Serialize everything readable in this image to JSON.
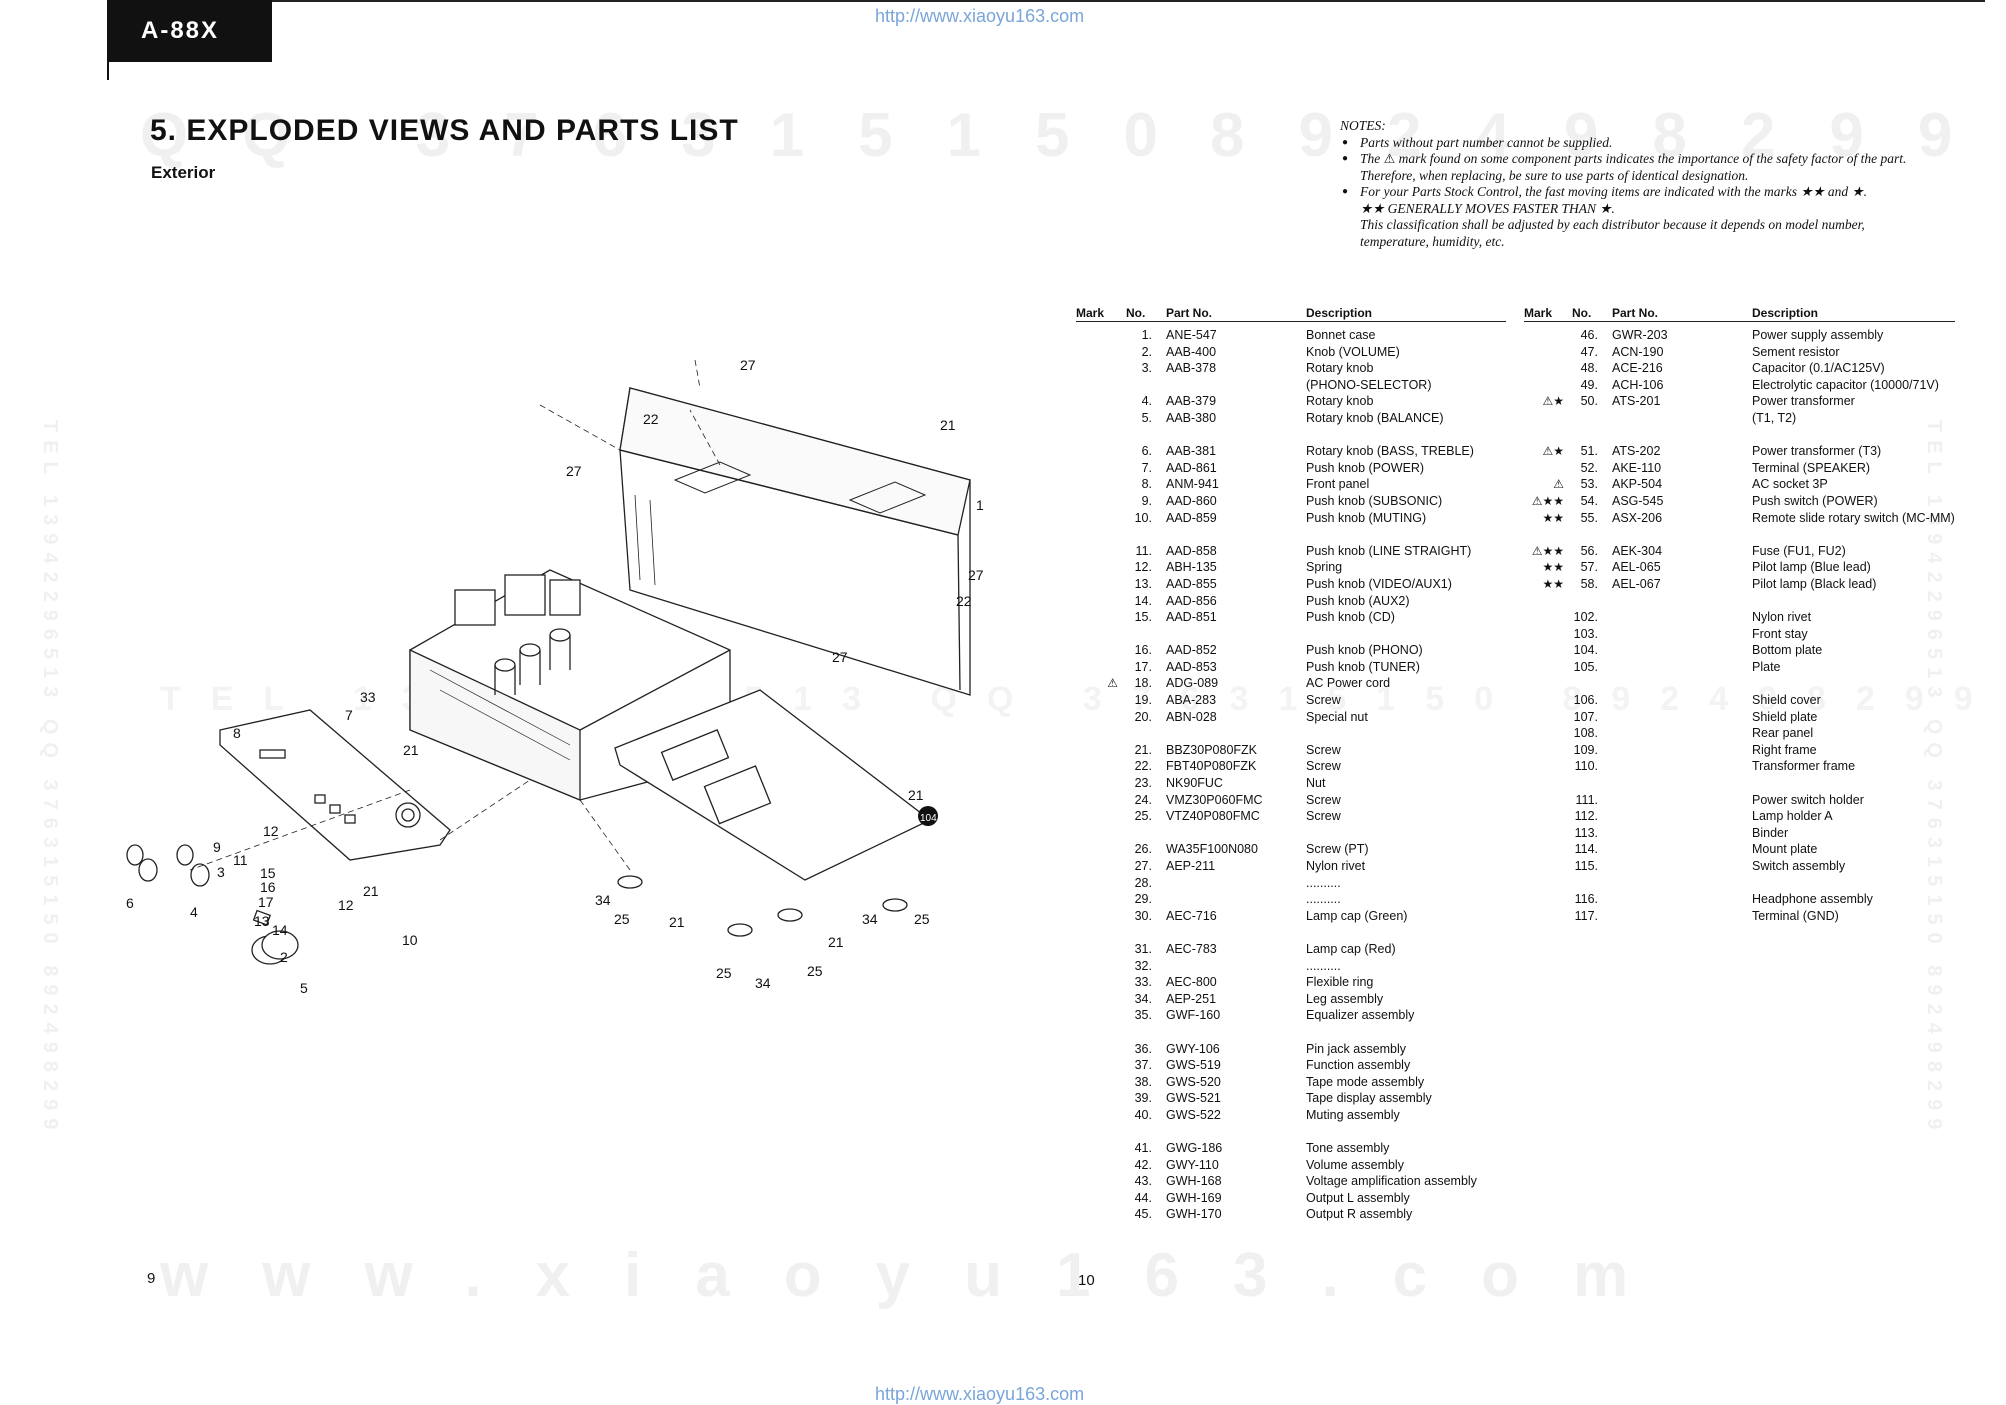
{
  "header": {
    "model": "A-88X"
  },
  "source_url": "http://www.xiaoyu163.com",
  "section": {
    "title": "5. EXPLODED VIEWS AND PARTS LIST",
    "subtitle": "Exterior"
  },
  "watermarks": {
    "qq_left": "QQ 376315150",
    "qq_right": "892498299",
    "tel_row": "TEL 13942296513 QQ 376315150 892498299",
    "site": "www.xiaoyu163.com",
    "vertical_left": "TEL 13942296513 QQ 376315150 892498299",
    "vertical_right": "TEL 13942296513 QQ 376315150 892498299"
  },
  "notes": {
    "heading": "NOTES:",
    "items": [
      "Parts without part number cannot be supplied.",
      "mark found on some component parts indicates the importance of the safety factor of the part. Therefore, when replacing, be sure to use parts of identical designation.",
      "For your Parts Stock Control, the fast moving items are indicated with the marks ★★ and ★."
    ],
    "item2_prefix": "The",
    "stars_line": "★★ GENERALLY MOVES FASTER THAN ★.",
    "classification": "This classification shall be adjusted by each distributor because it depends on model number, temperature, humidity, etc."
  },
  "table_headers": {
    "mark": "Mark",
    "no": "No.",
    "part_no": "Part No.",
    "description": "Description"
  },
  "parts_left": [
    {
      "mark": "",
      "no": "1.",
      "part": "ANE-547",
      "desc": "Bonnet case"
    },
    {
      "mark": "",
      "no": "2.",
      "part": "AAB-400",
      "desc": "Knob (VOLUME)"
    },
    {
      "mark": "",
      "no": "3.",
      "part": "AAB-378",
      "desc": "Rotary knob"
    },
    {
      "mark": "",
      "no": "",
      "part": "",
      "desc": "(PHONO-SELECTOR)"
    },
    {
      "mark": "",
      "no": "4.",
      "part": "AAB-379",
      "desc": "Rotary knob"
    },
    {
      "mark": "",
      "no": "5.",
      "part": "AAB-380",
      "desc": "Rotary knob (BALANCE)"
    },
    {
      "gap": true
    },
    {
      "mark": "",
      "no": "6.",
      "part": "AAB-381",
      "desc": "Rotary knob (BASS, TREBLE)"
    },
    {
      "mark": "",
      "no": "7.",
      "part": "AAD-861",
      "desc": "Push knob (POWER)"
    },
    {
      "mark": "",
      "no": "8.",
      "part": "ANM-941",
      "desc": "Front panel"
    },
    {
      "mark": "",
      "no": "9.",
      "part": "AAD-860",
      "desc": "Push knob (SUBSONIC)"
    },
    {
      "mark": "",
      "no": "10.",
      "part": "AAD-859",
      "desc": "Push knob (MUTING)"
    },
    {
      "gap": true
    },
    {
      "mark": "",
      "no": "11.",
      "part": "AAD-858",
      "desc": "Push knob (LINE STRAIGHT)"
    },
    {
      "mark": "",
      "no": "12.",
      "part": "ABH-135",
      "desc": "Spring"
    },
    {
      "mark": "",
      "no": "13.",
      "part": "AAD-855",
      "desc": "Push knob (VIDEO/AUX1)"
    },
    {
      "mark": "",
      "no": "14.",
      "part": "AAD-856",
      "desc": "Push knob (AUX2)"
    },
    {
      "mark": "",
      "no": "15.",
      "part": "AAD-851",
      "desc": "Push knob (CD)"
    },
    {
      "gap": true
    },
    {
      "mark": "",
      "no": "16.",
      "part": "AAD-852",
      "desc": "Push knob (PHONO)"
    },
    {
      "mark": "",
      "no": "17.",
      "part": "AAD-853",
      "desc": "Push knob (TUNER)"
    },
    {
      "mark": "⚠",
      "no": "18.",
      "part": "ADG-089",
      "desc": "AC Power cord"
    },
    {
      "mark": "",
      "no": "19.",
      "part": "ABA-283",
      "desc": "Screw"
    },
    {
      "mark": "",
      "no": "20.",
      "part": "ABN-028",
      "desc": "Special nut"
    },
    {
      "gap": true
    },
    {
      "mark": "",
      "no": "21.",
      "part": "BBZ30P080FZK",
      "desc": "Screw"
    },
    {
      "mark": "",
      "no": "22.",
      "part": "FBT40P080FZK",
      "desc": "Screw"
    },
    {
      "mark": "",
      "no": "23.",
      "part": "NK90FUC",
      "desc": "Nut"
    },
    {
      "mark": "",
      "no": "24.",
      "part": "VMZ30P060FMC",
      "desc": "Screw"
    },
    {
      "mark": "",
      "no": "25.",
      "part": "VTZ40P080FMC",
      "desc": "Screw"
    },
    {
      "gap": true
    },
    {
      "mark": "",
      "no": "26.",
      "part": "WA35F100N080",
      "desc": "Screw (PT)"
    },
    {
      "mark": "",
      "no": "27.",
      "part": "AEP-211",
      "desc": "Nylon rivet"
    },
    {
      "mark": "",
      "no": "28.",
      "part": "",
      "desc": ".........."
    },
    {
      "mark": "",
      "no": "29.",
      "part": "",
      "desc": ".........."
    },
    {
      "mark": "",
      "no": "30.",
      "part": "AEC-716",
      "desc": "Lamp cap (Green)"
    },
    {
      "gap": true
    },
    {
      "mark": "",
      "no": "31.",
      "part": "AEC-783",
      "desc": "Lamp cap (Red)"
    },
    {
      "mark": "",
      "no": "32.",
      "part": "",
      "desc": ".........."
    },
    {
      "mark": "",
      "no": "33.",
      "part": "AEC-800",
      "desc": "Flexible ring"
    },
    {
      "mark": "",
      "no": "34.",
      "part": "AEP-251",
      "desc": "Leg assembly"
    },
    {
      "mark": "",
      "no": "35.",
      "part": "GWF-160",
      "desc": "Equalizer assembly"
    },
    {
      "gap": true
    },
    {
      "mark": "",
      "no": "36.",
      "part": "GWY-106",
      "desc": "Pin jack assembly"
    },
    {
      "mark": "",
      "no": "37.",
      "part": "GWS-519",
      "desc": "Function assembly"
    },
    {
      "mark": "",
      "no": "38.",
      "part": "GWS-520",
      "desc": "Tape mode assembly"
    },
    {
      "mark": "",
      "no": "39.",
      "part": "GWS-521",
      "desc": "Tape display assembly"
    },
    {
      "mark": "",
      "no": "40.",
      "part": "GWS-522",
      "desc": "Muting assembly"
    },
    {
      "gap": true
    },
    {
      "mark": "",
      "no": "41.",
      "part": "GWG-186",
      "desc": "Tone assembly"
    },
    {
      "mark": "",
      "no": "42.",
      "part": "GWY-110",
      "desc": "Volume assembly"
    },
    {
      "mark": "",
      "no": "43.",
      "part": "GWH-168",
      "desc": "Voltage amplification assembly"
    },
    {
      "mark": "",
      "no": "44.",
      "part": "GWH-169",
      "desc": "Output L assembly"
    },
    {
      "mark": "",
      "no": "45.",
      "part": "GWH-170",
      "desc": "Output R assembly"
    }
  ],
  "parts_right": [
    {
      "mark": "",
      "no": "46.",
      "part": "GWR-203",
      "desc": "Power supply assembly"
    },
    {
      "mark": "",
      "no": "47.",
      "part": "ACN-190",
      "desc": "Sement resistor"
    },
    {
      "mark": "",
      "no": "48.",
      "part": "ACE-216",
      "desc": "Capacitor (0.1/AC125V)"
    },
    {
      "mark": "",
      "no": "49.",
      "part": "ACH-106",
      "desc": "Electrolytic capacitor (10000/71V)"
    },
    {
      "mark": "⚠★",
      "no": "50.",
      "part": "ATS-201",
      "desc": "Power transformer"
    },
    {
      "mark": "",
      "no": "",
      "part": "",
      "desc": "(T1, T2)"
    },
    {
      "gap": true
    },
    {
      "mark": "⚠★",
      "no": "51.",
      "part": "ATS-202",
      "desc": "Power transformer (T3)"
    },
    {
      "mark": "",
      "no": "52.",
      "part": "AKE-110",
      "desc": "Terminal (SPEAKER)"
    },
    {
      "mark": "⚠",
      "no": "53.",
      "part": "AKP-504",
      "desc": "AC socket 3P"
    },
    {
      "mark": "⚠★★",
      "no": "54.",
      "part": "ASG-545",
      "desc": "Push switch (POWER)"
    },
    {
      "mark": "★★",
      "no": "55.",
      "part": "ASX-206",
      "desc": "Remote slide rotary switch (MC-MM)"
    },
    {
      "gap": true
    },
    {
      "mark": "⚠★★",
      "no": "56.",
      "part": "AEK-304",
      "desc": "Fuse (FU1, FU2)"
    },
    {
      "mark": "★★",
      "no": "57.",
      "part": "AEL-065",
      "desc": "Pilot lamp (Blue lead)"
    },
    {
      "mark": "★★",
      "no": "58.",
      "part": "AEL-067",
      "desc": "Pilot lamp (Black lead)"
    },
    {
      "gap": true
    },
    {
      "mark": "",
      "no": "102.",
      "part": "",
      "desc": "Nylon rivet"
    },
    {
      "mark": "",
      "no": "103.",
      "part": "",
      "desc": "Front stay"
    },
    {
      "mark": "",
      "no": "104.",
      "part": "",
      "desc": "Bottom plate"
    },
    {
      "mark": "",
      "no": "105.",
      "part": "",
      "desc": "Plate"
    },
    {
      "gap": true
    },
    {
      "mark": "",
      "no": "106.",
      "part": "",
      "desc": "Shield cover"
    },
    {
      "mark": "",
      "no": "107.",
      "part": "",
      "desc": "Shield plate"
    },
    {
      "mark": "",
      "no": "108.",
      "part": "",
      "desc": "Rear panel"
    },
    {
      "mark": "",
      "no": "109.",
      "part": "",
      "desc": "Right frame"
    },
    {
      "mark": "",
      "no": "110.",
      "part": "",
      "desc": "Transformer frame"
    },
    {
      "gap": true
    },
    {
      "mark": "",
      "no": "111.",
      "part": "",
      "desc": "Power switch holder"
    },
    {
      "mark": "",
      "no": "112.",
      "part": "",
      "desc": "Lamp holder A"
    },
    {
      "mark": "",
      "no": "113.",
      "part": "",
      "desc": "Binder"
    },
    {
      "mark": "",
      "no": "114.",
      "part": "",
      "desc": "Mount plate"
    },
    {
      "mark": "",
      "no": "115.",
      "part": "",
      "desc": "Switch assembly"
    },
    {
      "gap": true
    },
    {
      "mark": "",
      "no": "116.",
      "part": "",
      "desc": "Headphone assembly"
    },
    {
      "mark": "",
      "no": "117.",
      "part": "",
      "desc": "Terminal (GND)"
    }
  ],
  "diagram": {
    "callouts": [
      "27",
      "22",
      "21",
      "27",
      "1",
      "27",
      "22",
      "27",
      "33",
      "7",
      "21",
      "8",
      "9",
      "11",
      "12",
      "16",
      "15",
      "3",
      "4",
      "6",
      "17",
      "13",
      "14",
      "12",
      "21",
      "2",
      "5",
      "10",
      "21",
      "104",
      "34",
      "25",
      "21",
      "21",
      "25",
      "34",
      "25",
      "34",
      "25"
    ]
  },
  "page_numbers": {
    "left": "9",
    "right": "10"
  }
}
